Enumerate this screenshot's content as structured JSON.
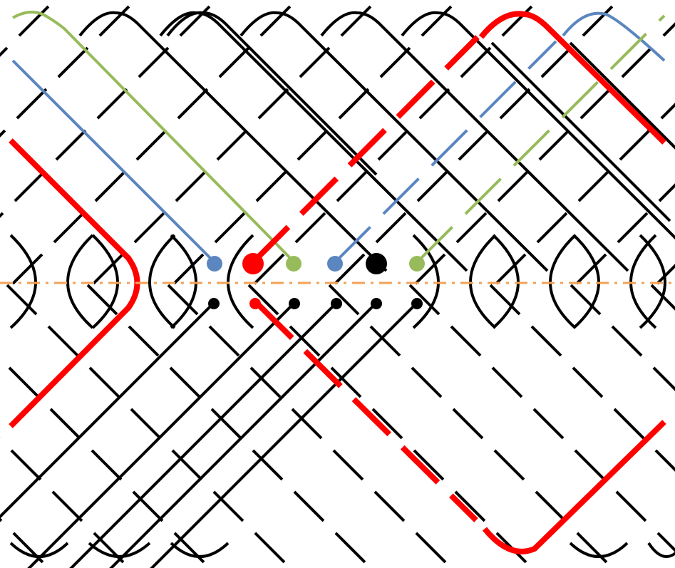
{
  "colors": {
    "background": "#ffffff",
    "black": "#000000",
    "red": "#ff0000",
    "blue": "#5b86c0",
    "green": "#97bb5a",
    "dashed_line": "#f2a257"
  },
  "strands": {
    "black_strand_width": 4,
    "red_strand_width": 8,
    "blue_strand_width": 4,
    "green_strand_width": 4
  },
  "top_endpoints": [
    {
      "color": "blue",
      "size": "small"
    },
    {
      "color": "red",
      "size": "large"
    },
    {
      "color": "green",
      "size": "small"
    },
    {
      "color": "blue",
      "size": "small"
    },
    {
      "color": "black",
      "size": "large"
    },
    {
      "color": "green",
      "size": "small"
    }
  ],
  "bottom_endpoints": [
    {
      "color": "black",
      "size": "small"
    },
    {
      "color": "red",
      "size": "small"
    },
    {
      "color": "black",
      "size": "small"
    },
    {
      "color": "black",
      "size": "small"
    },
    {
      "color": "black",
      "size": "small"
    },
    {
      "color": "black",
      "size": "small"
    }
  ],
  "divider": {
    "style": "dash-dot",
    "color": "dashed_line"
  }
}
